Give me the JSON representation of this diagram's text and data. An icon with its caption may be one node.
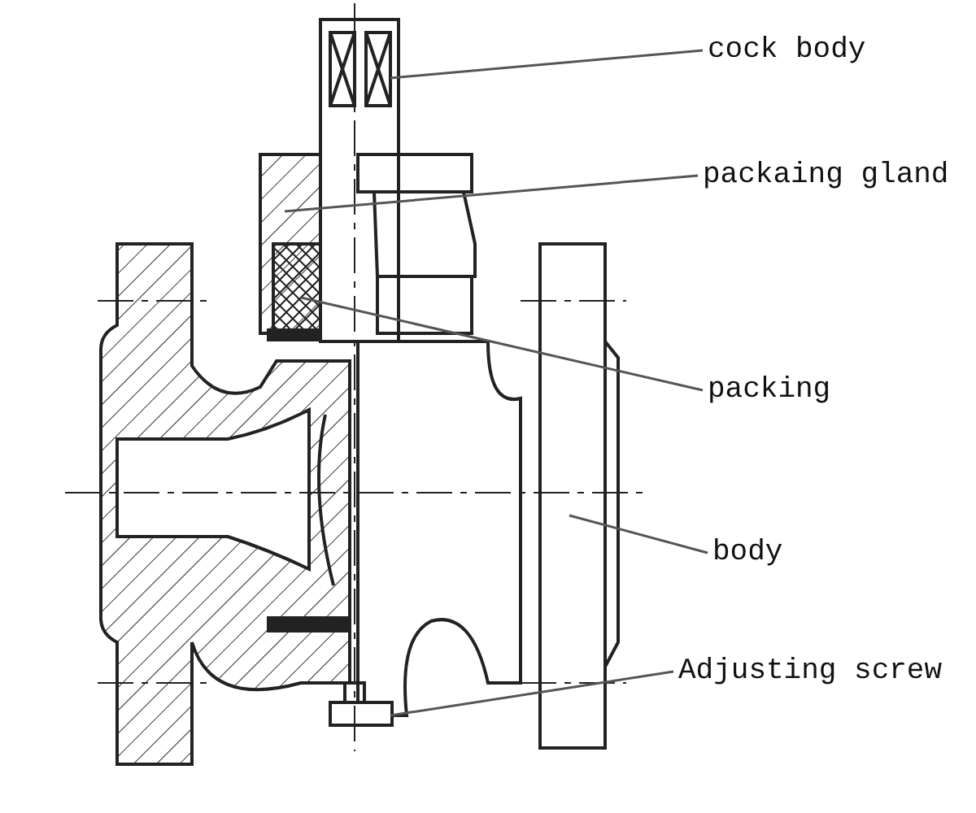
{
  "diagram": {
    "nodes": [
      {
        "text": [
          "cock body"
        ]
      },
      {
        "text": [
          "packaing gland"
        ]
      },
      {
        "text": [
          "packing"
        ]
      },
      {
        "text": [
          "body"
        ]
      },
      {
        "text": [
          "Adjusting screw"
        ]
      }
    ],
    "edges": [
      {
        "from": 0,
        "to": null,
        "arrow": "none"
      },
      {
        "from": 1,
        "to": null,
        "arrow": "none"
      },
      {
        "from": 2,
        "to": null,
        "arrow": "none"
      },
      {
        "from": 3,
        "to": null,
        "arrow": "none"
      },
      {
        "from": 4,
        "to": null,
        "arrow": "none"
      }
    ]
  }
}
